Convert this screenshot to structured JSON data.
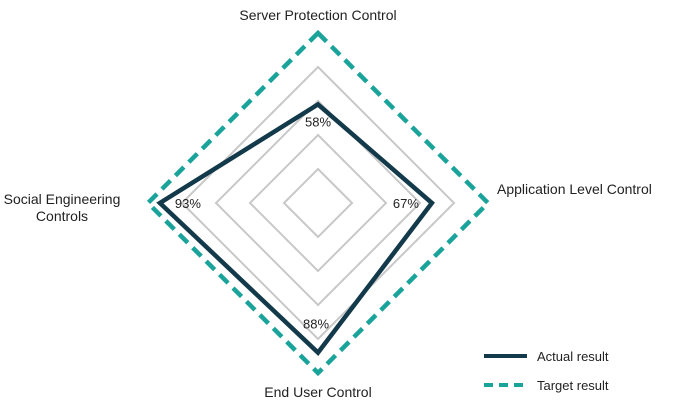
{
  "chart_data": {
    "type": "radar",
    "categories": [
      "Server Protection Control",
      "Application Level Control",
      "End User Control",
      "Social Engineering Controls"
    ],
    "category_lines": [
      [
        "Server Protection Control"
      ],
      [
        "Application Level Control"
      ],
      [
        "End User Control"
      ],
      [
        "Social Engineering",
        "Controls"
      ]
    ],
    "series": [
      {
        "name": "Actual result",
        "values": [
          58,
          67,
          88,
          93
        ],
        "color": "#123a4a",
        "style": "solid"
      },
      {
        "name": "Target result",
        "values": [
          100,
          100,
          100,
          100
        ],
        "color": "#1aa39a",
        "style": "dashed"
      }
    ],
    "value_labels": [
      "58%",
      "67%",
      "88%",
      "93%"
    ],
    "grid_levels": [
      20,
      40,
      60,
      80
    ],
    "grid_color": "#c8c8c8",
    "range": [
      0,
      100
    ],
    "legend_position": "bottom-right"
  }
}
